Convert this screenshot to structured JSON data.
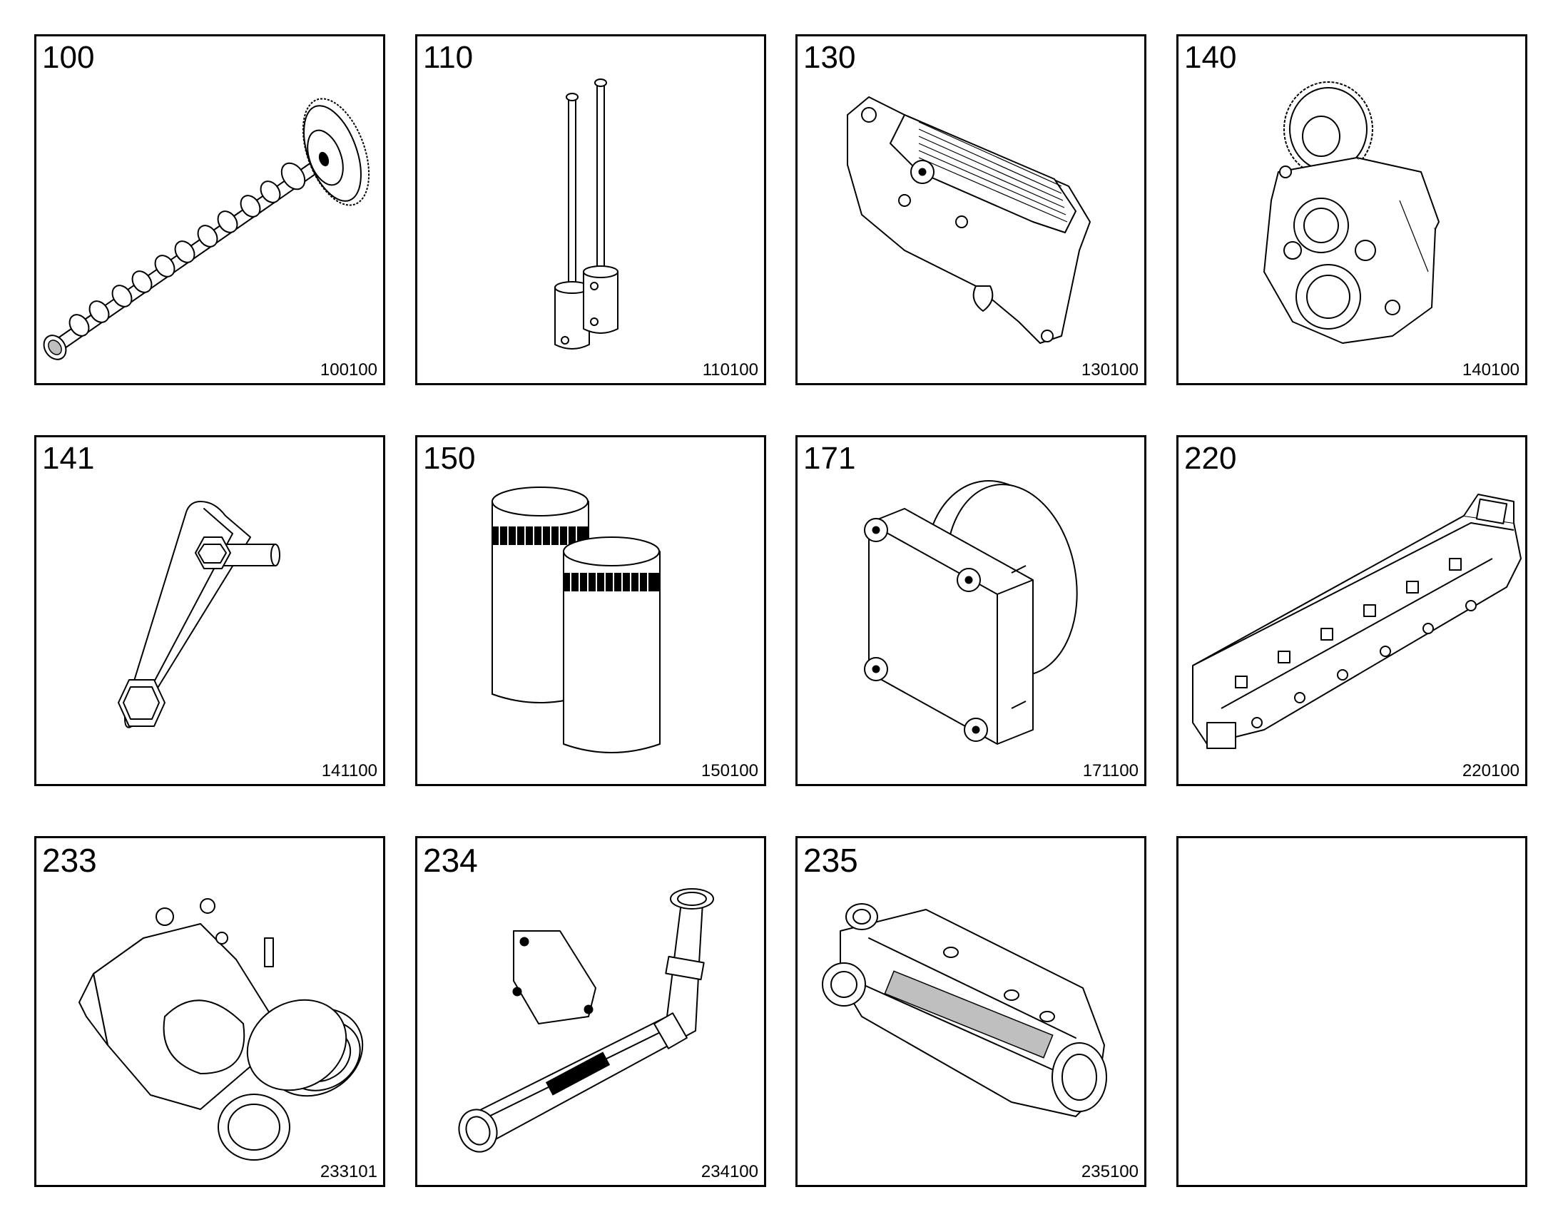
{
  "tiles": [
    {
      "number": "100",
      "code": "100100",
      "part": "camshaft"
    },
    {
      "number": "110",
      "code": "110100",
      "part": "push-rods-with-tappets"
    },
    {
      "number": "130",
      "code": "130100",
      "part": "rocker-arm-housing"
    },
    {
      "number": "140",
      "code": "140100",
      "part": "gear-housing"
    },
    {
      "number": "141",
      "code": "141100",
      "part": "intermediate-gear-bracket"
    },
    {
      "number": "150",
      "code": "150100",
      "part": "filter-cartridges"
    },
    {
      "number": "171",
      "code": "171100",
      "part": "fan-drive-flange"
    },
    {
      "number": "220",
      "code": "220100",
      "part": "manifold"
    },
    {
      "number": "233",
      "code": "233101",
      "part": "intake-elbow"
    },
    {
      "number": "234",
      "code": "234100",
      "part": "charge-air-pipe"
    },
    {
      "number": "235",
      "code": "235100",
      "part": "intake-manifold"
    },
    {
      "number": "",
      "code": "",
      "part": ""
    }
  ]
}
